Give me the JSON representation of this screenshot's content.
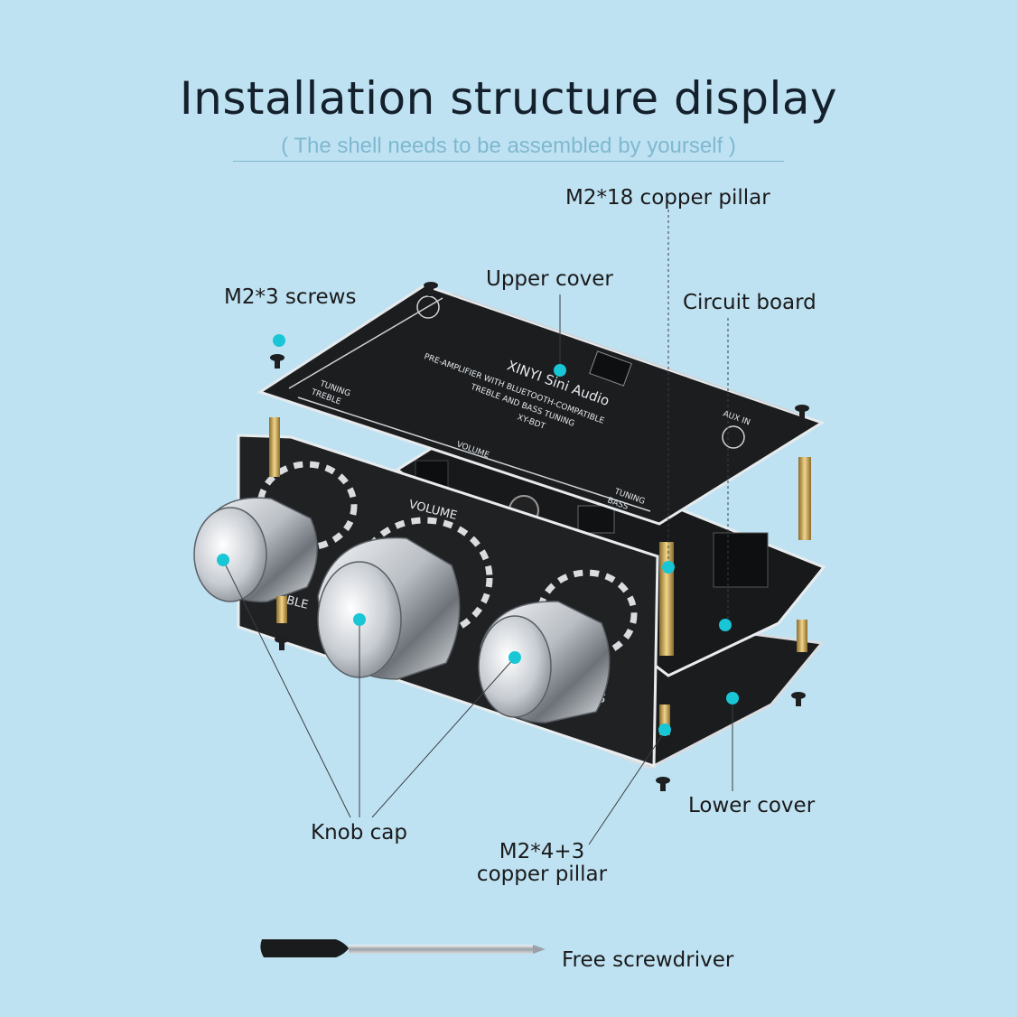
{
  "header": {
    "title": "Installation structure display",
    "subtitle": "( The shell needs to be assembled by yourself )"
  },
  "labels": {
    "copper_pillar_18": "M2*18 copper pillar",
    "upper_cover": "Upper cover",
    "screws": "M2*3 screws",
    "circuit_board": "Circuit board",
    "knob_cap": "Knob cap",
    "copper_pillar_4_line1": "M2*4+3",
    "copper_pillar_4_line2": "copper pillar",
    "lower_cover": "Lower cover",
    "screwdriver": "Free screwdriver"
  },
  "board_print": {
    "brand": "XINYI Sini Audio",
    "line1": "PRE-AMPLIFIER WITH BLUETOOTH-COMPATIBLE",
    "line2": "TREBLE AND BASS TUNING",
    "model": "XY-BDT",
    "treble": "TREBLE",
    "tuning": "TUNING",
    "volume": "VOLUME",
    "bass": "BASS",
    "aux_in": "AUX IN"
  },
  "colors": {
    "background": "#bfe2f3",
    "marker": "#19c6d6",
    "panel": "#1b1d1f",
    "brass": "#c9a45a"
  }
}
